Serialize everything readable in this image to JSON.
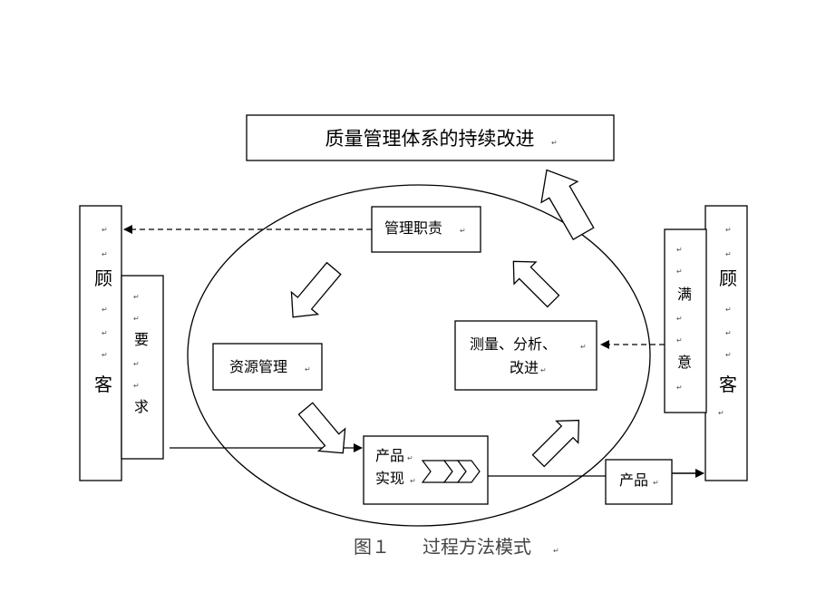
{
  "title_box": {
    "text": "质量管理体系的持续改进"
  },
  "left_customer": {
    "text_1": "顾",
    "text_2": "客"
  },
  "requirement": {
    "text_1": "要",
    "text_2": "求"
  },
  "right_customer": {
    "text_1": "顾",
    "text_2": "客"
  },
  "satisfaction": {
    "text_1": "满",
    "text_2": "意"
  },
  "management_responsibility": {
    "text": "管理职责"
  },
  "resource_management": {
    "text": "资源管理"
  },
  "measurement": {
    "line_1": "测量、分析、",
    "line_2": "改进"
  },
  "product_realization": {
    "line_1": "产品",
    "line_2": "实现"
  },
  "product_output": {
    "text": "产品"
  },
  "caption": {
    "figure": "图１",
    "title": "过程方法模式"
  },
  "paragraph_mark": "↵"
}
